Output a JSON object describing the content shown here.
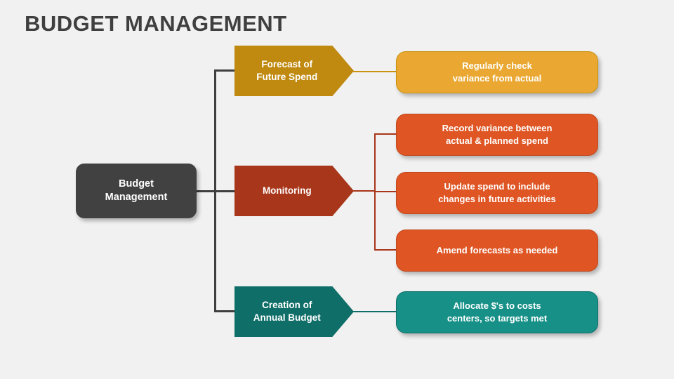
{
  "slide": {
    "title": "BUDGET MANAGEMENT",
    "background_color": "#f1f1f1",
    "title_color": "#3f3f3f"
  },
  "root": {
    "label": "Budget\nManagement",
    "label_line1": "Budget",
    "label_line2": "Management",
    "color": "#414141"
  },
  "branches": [
    {
      "id": "forecast",
      "label_line1": "Forecast of",
      "label_line2": "Future Spend",
      "color": "#c0890f",
      "details": [
        {
          "line1": "Regularly check",
          "line2": "variance from actual",
          "color": "#eaa832"
        }
      ]
    },
    {
      "id": "monitoring",
      "label_line1": "Monitoring",
      "label_line2": "",
      "color": "#a8361a",
      "details": [
        {
          "line1": "Record variance between",
          "line2": "actual & planned spend",
          "color": "#df5523"
        },
        {
          "line1": "Update spend to include",
          "line2": "changes in future activities",
          "color": "#df5523"
        },
        {
          "line1": "Amend forecasts as needed",
          "line2": "",
          "color": "#df5523"
        }
      ]
    },
    {
      "id": "creation",
      "label_line1": "Creation of",
      "label_line2": "Annual Budget",
      "color": "#0f6e68",
      "details": [
        {
          "line1": "Allocate $'s to costs",
          "line2": "centers, so targets met",
          "color": "#179188"
        }
      ]
    }
  ]
}
